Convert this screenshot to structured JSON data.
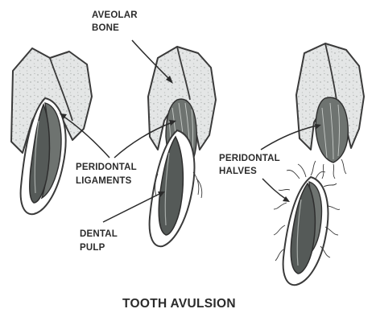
{
  "labels": {
    "aveolar_bone": [
      "AVEOLAR",
      "BONE"
    ],
    "peridontal_ligaments": [
      "PERIDONTAL",
      "LIGAMENTS"
    ],
    "dental_pulp": [
      "DENTAL",
      "PULP"
    ],
    "peridontal_halves": [
      "PERIDONTAL",
      "HALVES"
    ]
  },
  "title": "TOOTH AVULSION"
}
